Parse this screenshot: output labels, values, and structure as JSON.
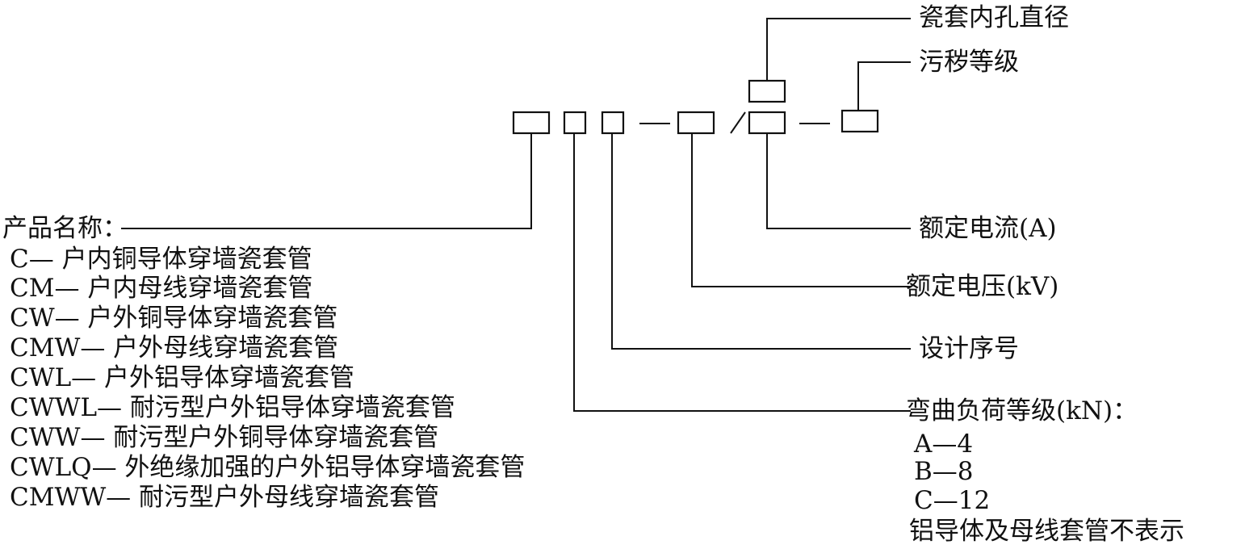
{
  "code_pattern": {
    "separators": [
      "—",
      "/",
      "—"
    ]
  },
  "fields": {
    "bore_diameter": "瓷套内孔直径",
    "pollution_level": "污秽等级",
    "rated_current": "额定电流(A)",
    "rated_voltage": "额定电压(kV)",
    "design_serial": "设计序号",
    "bending_load": {
      "title": "弯曲负荷等级(kN)：",
      "grades": [
        "A—4",
        "B—8",
        "C—12"
      ],
      "note": "铝导体及母线套管不表示"
    }
  },
  "product_names": {
    "title": "产品名称：",
    "items": [
      "C— 户内铜导体穿墙瓷套管",
      "CM— 户内母线穿墙瓷套管",
      "CW— 户外铜导体穿墙瓷套管",
      "CMW— 户外母线穿墙瓷套管",
      "CWL— 户外铝导体穿墙瓷套管",
      "CWWL— 耐污型户外铝导体穿墙瓷套管",
      "CWW— 耐污型户外铜导体穿墙瓷套管",
      "CWLQ— 外绝缘加强的户外铝导体穿墙瓷套管",
      "CMWW— 耐污型户外母线穿墙瓷套管"
    ]
  }
}
